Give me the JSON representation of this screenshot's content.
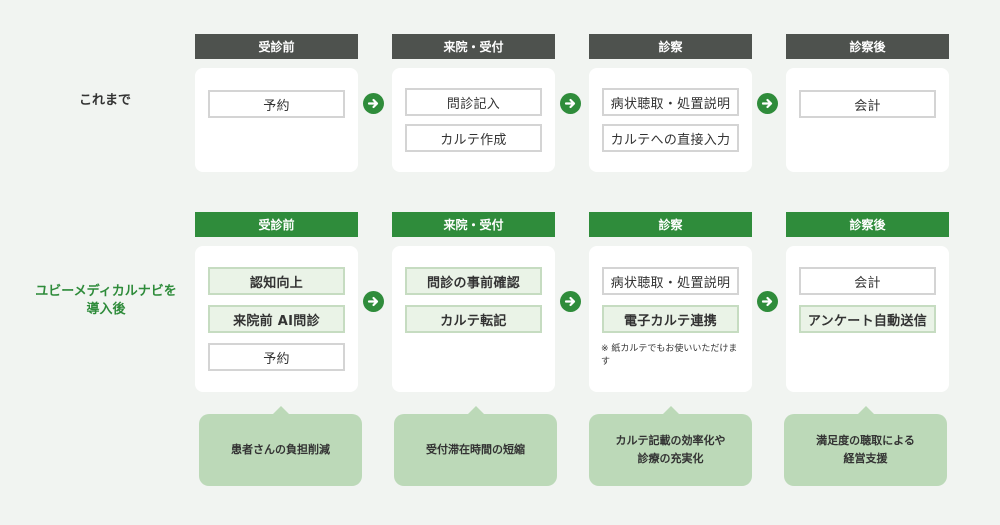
{
  "rows": {
    "before_label": "これまで",
    "after_label": "ユビーメディカルナビを\n導入後"
  },
  "before": {
    "headers": [
      "受診前",
      "来院・受付",
      "診察",
      "診察後"
    ],
    "col1": [
      "予約"
    ],
    "col2": [
      "問診記入",
      "カルテ作成"
    ],
    "col3": [
      "病状聴取・処置説明",
      "カルテへの直接入力"
    ],
    "col4": [
      "会計"
    ]
  },
  "after": {
    "headers": [
      "受診前",
      "来院・受付",
      "診察",
      "診察後"
    ],
    "col1": [
      "認知向上",
      "来院前 AI問診",
      "予約"
    ],
    "col2": [
      "問診の事前確認",
      "カルテ転記"
    ],
    "col3": [
      "病状聴取・処置説明",
      "電子カルテ連携"
    ],
    "col3_note": "※ 紙カルテでもお使いいただけます",
    "col4": [
      "会計",
      "アンケート自動送信"
    ]
  },
  "benefits": [
    "患者さんの負担削減",
    "受付滞在時間の短縮",
    "カルテ記載の効率化や\n診療の充実化",
    "満足度の聴取による\n経営支援"
  ],
  "colors": {
    "green": "#2f8c3b",
    "dark_header": "#4e524e",
    "bubble": "#bcd9b8",
    "highlight_box": "#eaf3e7"
  },
  "icons": {
    "arrow": "arrow-right-circle-icon"
  }
}
